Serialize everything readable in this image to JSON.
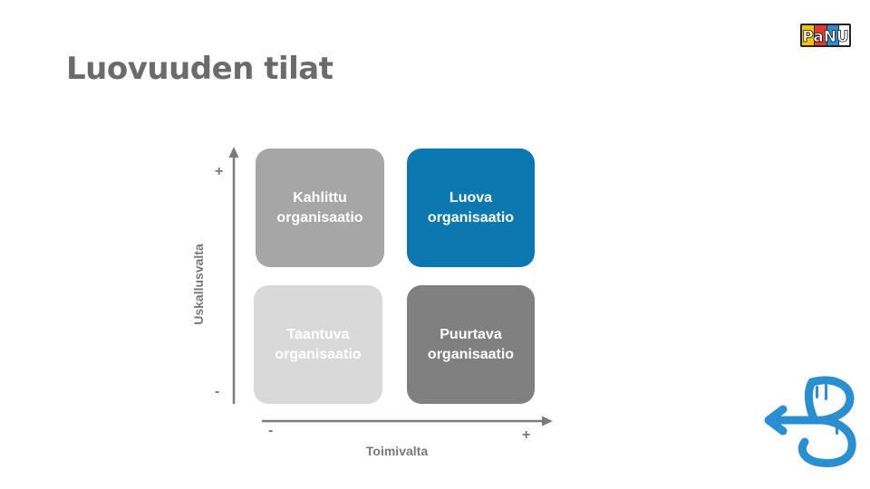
{
  "slide": {
    "title": "Luovuuden tilat"
  },
  "logo": {
    "text": "PaNU"
  },
  "matrix": {
    "quadrants": {
      "top_left": {
        "line1": "Kahlittu",
        "line2": "organisaatio",
        "color": "#a6a6a6"
      },
      "top_right": {
        "line1": "Luova",
        "line2": "organisaatio",
        "color": "#0b78b0"
      },
      "bottom_left": {
        "line1": "Taantuva",
        "line2": "organisaatio",
        "color": "#d9d9d9"
      },
      "bottom_right": {
        "line1": "Puurtava",
        "line2": "organisaatio",
        "color": "#808080"
      }
    },
    "y_axis": {
      "label": "Uskallusvalta",
      "plus": "+",
      "minus": "-"
    },
    "x_axis": {
      "label": "Toimivalta",
      "plus": "+",
      "minus": "-"
    }
  },
  "colors": {
    "title": "#6b6b6b",
    "axis": "#777777",
    "accent_blue": "#0b78b0",
    "brand_blue": "#2a8fd0"
  },
  "icons": {
    "brand_mark": "blue-b-arrow-icon",
    "logo": "panu-logo-icon"
  }
}
